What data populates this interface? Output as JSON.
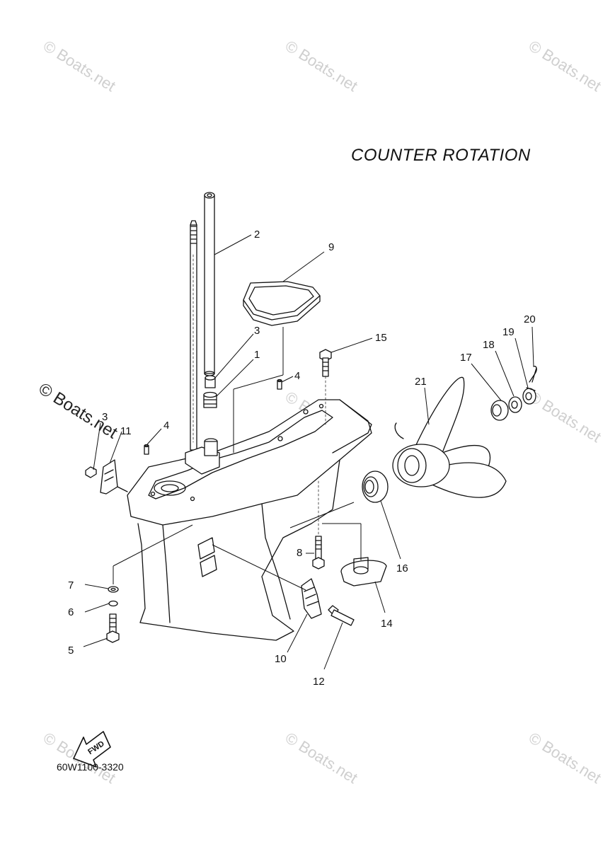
{
  "diagram": {
    "title": "COUNTER  ROTATION",
    "drawing_code": "60W1100-3320",
    "fwd_label": "FWD",
    "watermark": "© Boats.net",
    "callouts": [
      {
        "id": "c1",
        "label": "1"
      },
      {
        "id": "c2",
        "label": "2"
      },
      {
        "id": "c3a",
        "label": "3"
      },
      {
        "id": "c3b",
        "label": "3"
      },
      {
        "id": "c4a",
        "label": "4"
      },
      {
        "id": "c4b",
        "label": "4"
      },
      {
        "id": "c5",
        "label": "5"
      },
      {
        "id": "c6",
        "label": "6"
      },
      {
        "id": "c7",
        "label": "7"
      },
      {
        "id": "c8",
        "label": "8"
      },
      {
        "id": "c9",
        "label": "9"
      },
      {
        "id": "c10",
        "label": "10"
      },
      {
        "id": "c11",
        "label": "11"
      },
      {
        "id": "c12",
        "label": "12"
      },
      {
        "id": "c14",
        "label": "14"
      },
      {
        "id": "c15",
        "label": "15"
      },
      {
        "id": "c16",
        "label": "16"
      },
      {
        "id": "c17",
        "label": "17"
      },
      {
        "id": "c18",
        "label": "18"
      },
      {
        "id": "c19",
        "label": "19"
      },
      {
        "id": "c20",
        "label": "20"
      },
      {
        "id": "c21",
        "label": "21"
      }
    ]
  }
}
